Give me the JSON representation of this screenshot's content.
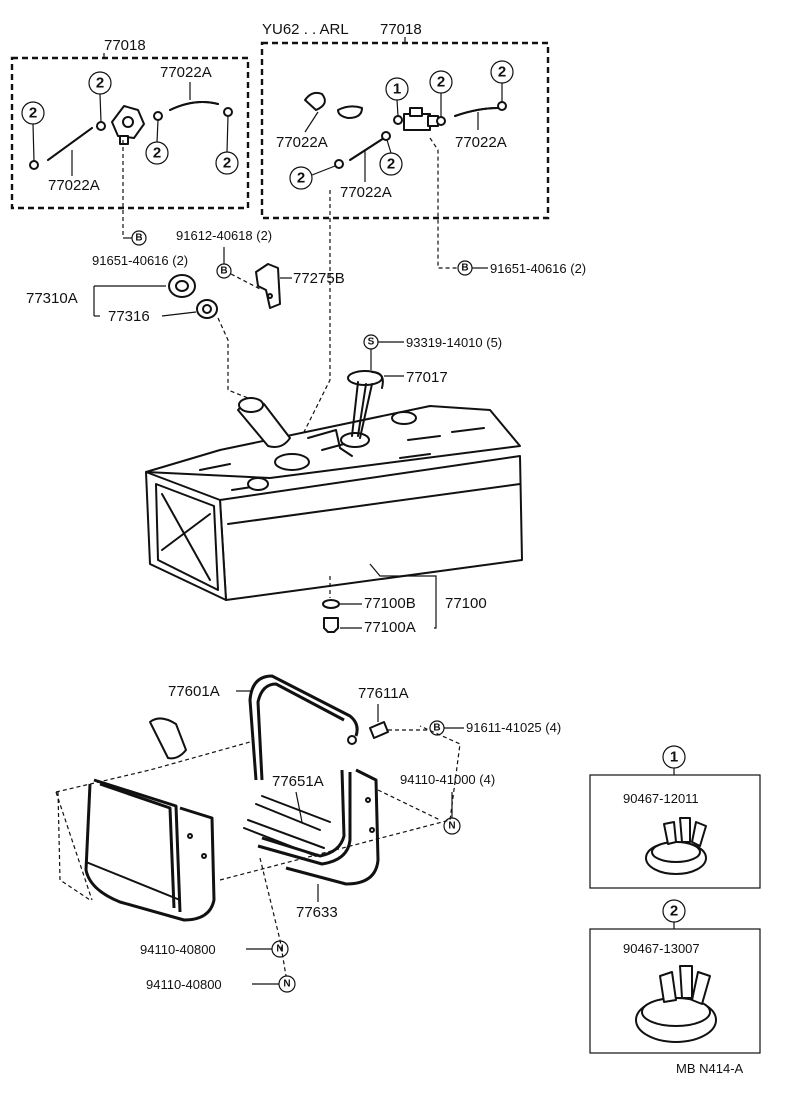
{
  "labels": {
    "box_left_title": "77018",
    "box_right_prefix": "YU62 . . ARL",
    "box_right_title": "77018",
    "hose_left_1": "77022A",
    "hose_left_2": "77022A",
    "hose_right_1": "77022A",
    "hose_right_2": "77022A",
    "hose_right_3": "77022A",
    "bolt_91612": "91612-40618 (2)",
    "bolt_91651_left": "91651-40616 (2)",
    "bolt_91651_right": "91651-40616 (2)",
    "bracket_77275b": "77275B",
    "grommet_assy_77310a": "77310A",
    "grommet_77316": "77316",
    "screw_93319": "93319-14010 (5)",
    "gauge_77017": "77017",
    "washer_77100b": "77100B",
    "tank_77100": "77100",
    "plug_77100a": "77100A",
    "band_77601a": "77601A",
    "pin_77611a": "77611A",
    "bolt_91611": "91611-41025 (4)",
    "nut_94110_41000": "94110-41000 (4)",
    "protector_77651a": "77651A",
    "protector_77633": "77633",
    "nut_94110_40800_a": "94110-40800",
    "nut_94110_40800_b": "94110-40800",
    "clamp_1_number": "90467-12011",
    "clamp_2_number": "90467-13007",
    "figure_code": "MB N414-A"
  },
  "markers": {
    "ref_1": "1",
    "ref_2": "2",
    "bolt": "B",
    "screw": "S",
    "nut": "N"
  },
  "colors": {
    "ink": "#111111",
    "paper": "#ffffff"
  }
}
